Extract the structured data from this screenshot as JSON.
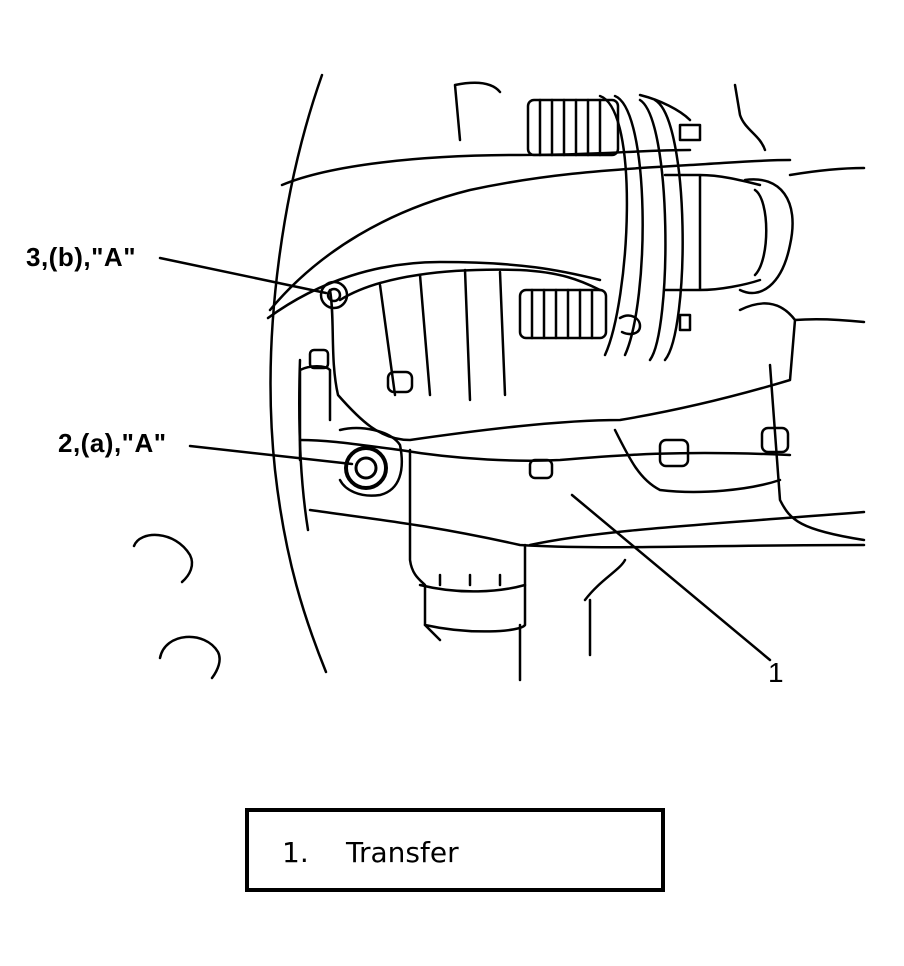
{
  "callouts": {
    "item3": "3,(b),\"A\"",
    "item2": "2,(a),\"A\"",
    "item1": "1"
  },
  "legend": {
    "number": "1.",
    "label": "Transfer"
  },
  "colors": {
    "line": "#000000",
    "background": "#ffffff"
  }
}
